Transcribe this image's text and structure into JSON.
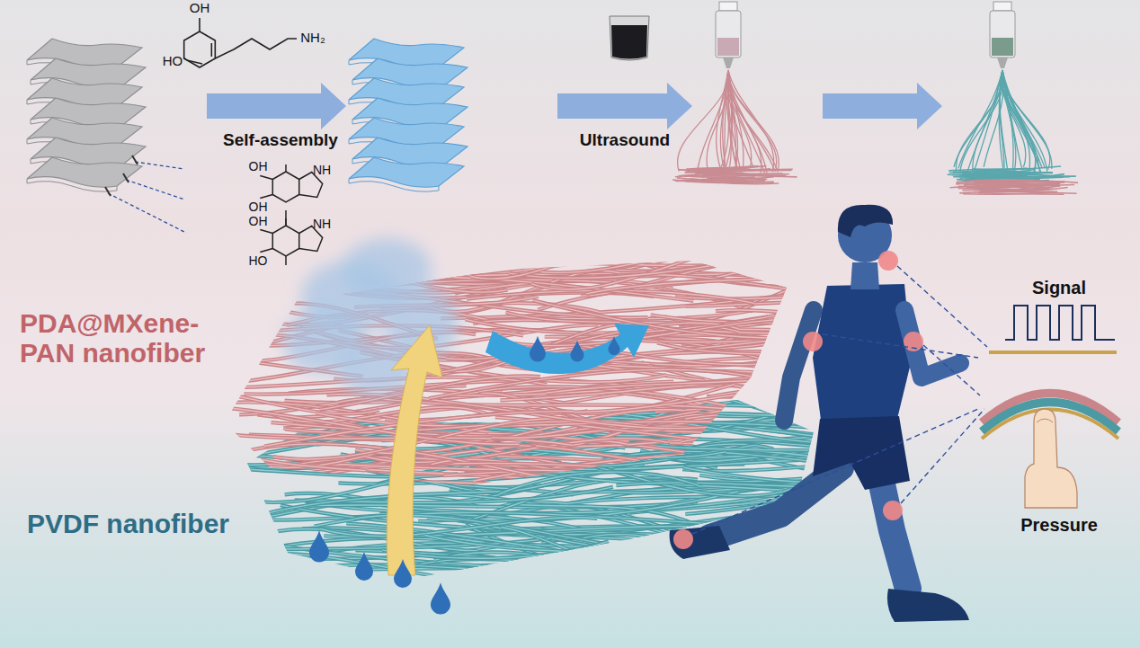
{
  "diagram": {
    "labels": [
      "OH",
      "HO",
      "NH₂",
      "Self-assembly",
      "Ultrasound",
      "OH",
      "OH",
      "OH",
      "HO",
      "NH",
      "NH",
      "PDA@MXene- PAN nanofiber",
      "PVDF nanofiber",
      "Signal",
      "Pressure"
    ]
  }
}
